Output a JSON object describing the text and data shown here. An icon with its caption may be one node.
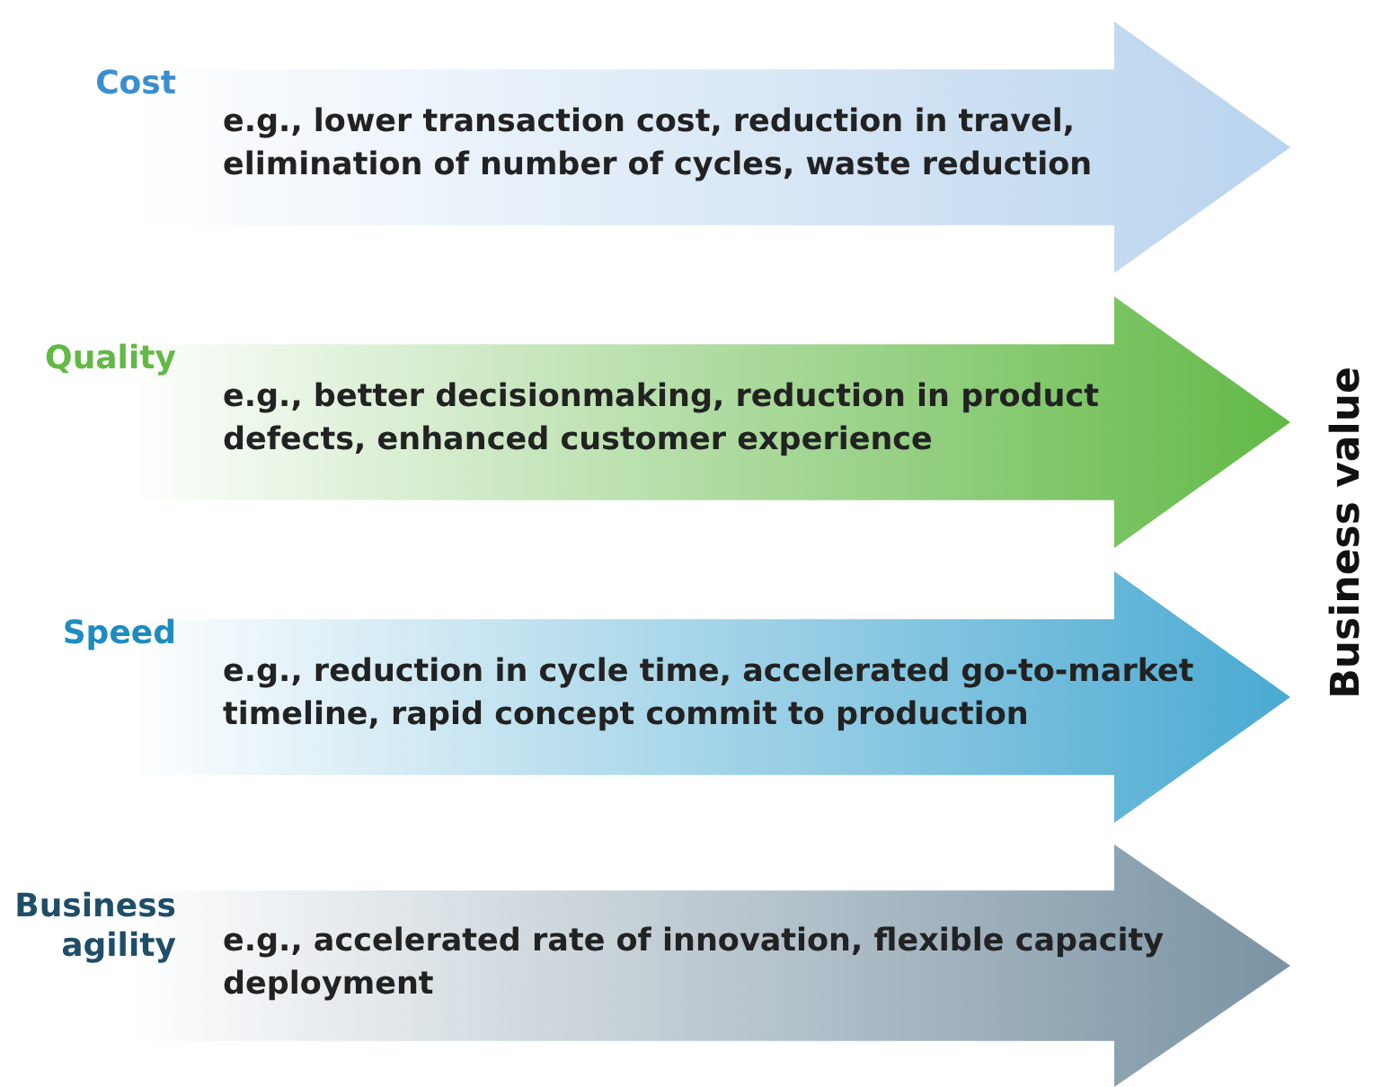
{
  "diagram": {
    "nodes": [
      {
        "text": [
          "Cost",
          "e.g., lower transaction cost, reduction in travel, elimination of number of cycles, waste reduction"
        ]
      },
      {
        "text": [
          "Quality",
          "e.g., better decisionmaking, reduction in product defects, enhanced customer experience"
        ]
      },
      {
        "text": [
          "Speed",
          "e.g., reduction in cycle time, accelerated go-to-market timeline, rapid concept commit to production"
        ]
      },
      {
        "text": [
          "Business agility",
          "e.g., accelerated rate of innovation, flexible capacity deployment"
        ]
      }
    ],
    "edges": [],
    "labels": [
      "Business value"
    ]
  }
}
